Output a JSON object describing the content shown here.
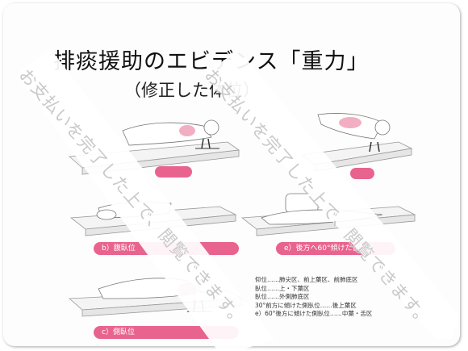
{
  "slide": {
    "title": "排痰援助のエビデンス「重力」",
    "subtitle": "（修正した体位）"
  },
  "panels": [
    {
      "label": "",
      "has_label_text": false
    },
    {
      "label": "",
      "has_label_text": false
    },
    {
      "label": "b）腹臥位"
    },
    {
      "label": "e）後方へ60°傾けた側臥位"
    },
    {
      "label": "c）側臥位"
    }
  ],
  "legend": [
    "仰位……肺尖区、前上葉区、前肺底区",
    "臥位……上・下葉区",
    "臥位……外側肺底区",
    "30°前方に傾けた側臥位……後上葉区",
    "e）60°後方に傾けた側臥位……中葉・舌区"
  ],
  "watermark": {
    "text": "お支払いを完了した上で、閲覧できます。",
    "color": "#c9c9c9"
  },
  "colors": {
    "accent": "#e8648e",
    "lung": "#f0a0b8"
  }
}
